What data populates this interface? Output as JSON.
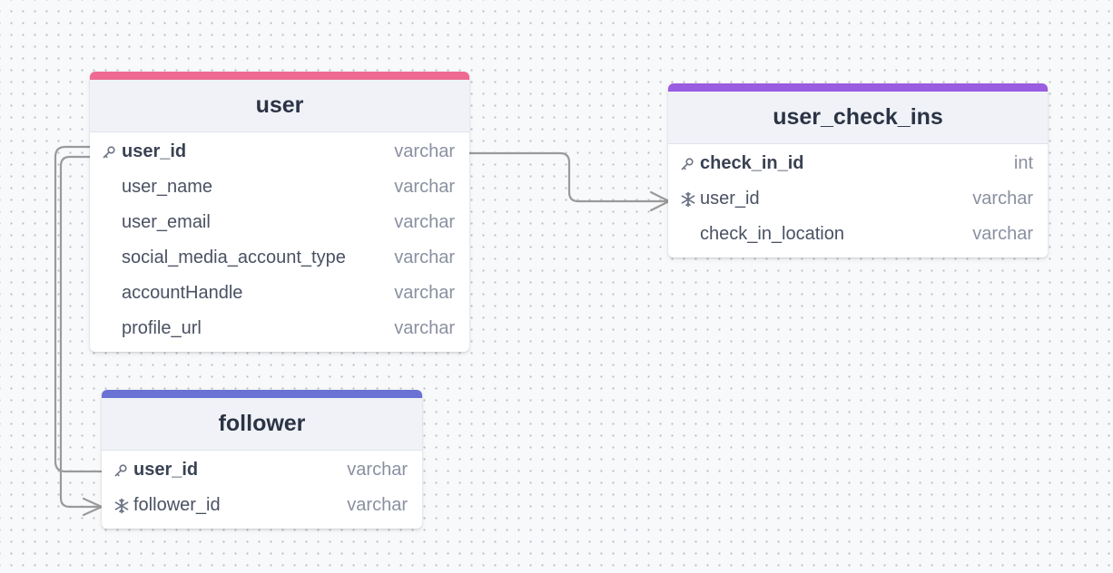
{
  "tables": {
    "user": {
      "name": "user",
      "accent": "#ee6a93",
      "columns": [
        {
          "name": "user_id",
          "type": "varchar",
          "key": "primary"
        },
        {
          "name": "user_name",
          "type": "varchar",
          "key": "none"
        },
        {
          "name": "user_email",
          "type": "varchar",
          "key": "none"
        },
        {
          "name": "social_media_account_type",
          "type": "varchar",
          "key": "none"
        },
        {
          "name": "accountHandle",
          "type": "varchar",
          "key": "none"
        },
        {
          "name": "profile_url",
          "type": "varchar",
          "key": "none"
        }
      ]
    },
    "user_check_ins": {
      "name": "user_check_ins",
      "accent": "#9a5ce0",
      "columns": [
        {
          "name": "check_in_id",
          "type": "int",
          "key": "primary"
        },
        {
          "name": "user_id",
          "type": "varchar",
          "key": "foreign"
        },
        {
          "name": "check_in_location",
          "type": "varchar",
          "key": "none"
        }
      ]
    },
    "follower": {
      "name": "follower",
      "accent": "#6a72d4",
      "columns": [
        {
          "name": "user_id",
          "type": "varchar",
          "key": "primary"
        },
        {
          "name": "follower_id",
          "type": "varchar",
          "key": "foreign"
        }
      ]
    }
  },
  "relations": [
    {
      "from": "user.user_id",
      "to": "user_check_ins.user_id",
      "cardinality": "one-to-many"
    },
    {
      "from": "user.user_id",
      "to": "follower.user_id",
      "cardinality": "one-to-one"
    },
    {
      "from": "user.user_id",
      "to": "follower.follower_id",
      "cardinality": "one-to-many"
    }
  ],
  "icons": {
    "primary": "key-icon",
    "foreign": "snowflake-icon"
  },
  "colors": {
    "connector": "#9a9a9a"
  }
}
